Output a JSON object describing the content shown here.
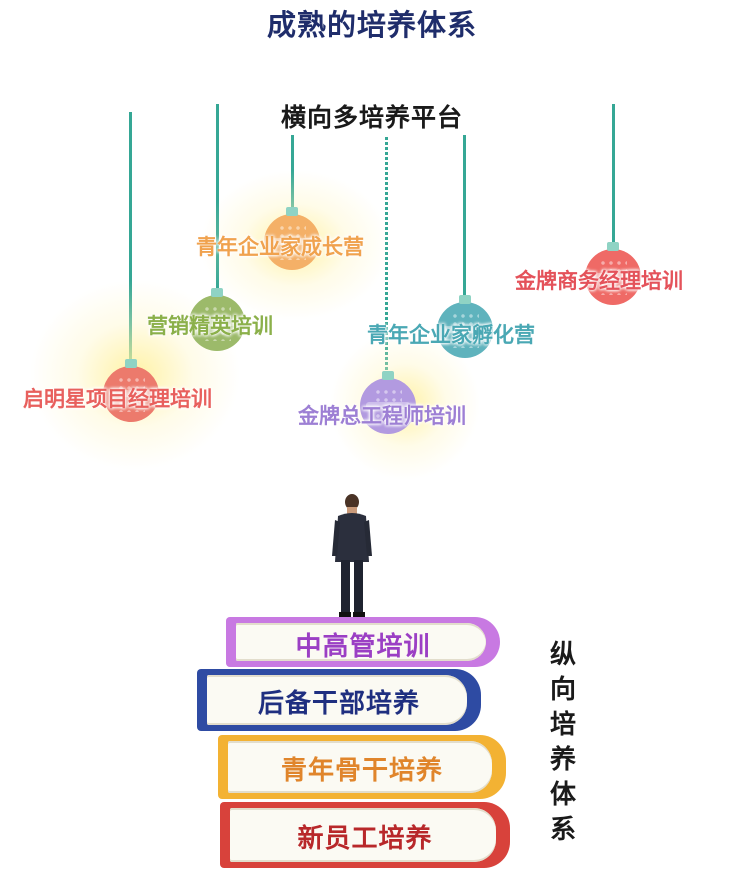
{
  "title": "成熟的培养体系",
  "horizontal": {
    "title": "横向多培养平台",
    "platforms": [
      {
        "label": "青年企业家成长营",
        "color": "#f0a24e",
        "ornament_color": "#f4b067",
        "icon": "ornament-icon"
      },
      {
        "label": "营销精英培训",
        "color": "#8bb04a",
        "ornament_color": "#9cba6a",
        "icon": "ornament-icon"
      },
      {
        "label": "启明星项目经理培训",
        "color": "#e8605d",
        "ornament_color": "#ec7a6c",
        "icon": "ornament-icon"
      },
      {
        "label": "青年企业家孵化营",
        "color": "#4aa8b4",
        "ornament_color": "#5fb3bd",
        "icon": "ornament-icon"
      },
      {
        "label": "金牌总工程师培训",
        "color": "#9d7fd4",
        "ornament_color": "#b29ae0",
        "icon": "ornament-icon"
      },
      {
        "label": "金牌商务经理培训",
        "color": "#e4525a",
        "ornament_color": "#ef6a66",
        "icon": "ornament-icon"
      }
    ]
  },
  "vertical": {
    "title_chars": [
      "纵",
      "向",
      "培",
      "养",
      "体",
      "系"
    ],
    "books": [
      {
        "label": "中高管培训",
        "text_color": "#9b3fc4",
        "cover_color": "#c879e2"
      },
      {
        "label": "后备干部培养",
        "text_color": "#1f2f80",
        "cover_color": "#2e4ba3"
      },
      {
        "label": "青年骨干培养",
        "text_color": "#e0852b",
        "cover_color": "#f3b233"
      },
      {
        "label": "新员工培养",
        "text_color": "#b8282a",
        "cover_color": "#d8423b"
      }
    ]
  },
  "person_icon": "businessman-figure"
}
